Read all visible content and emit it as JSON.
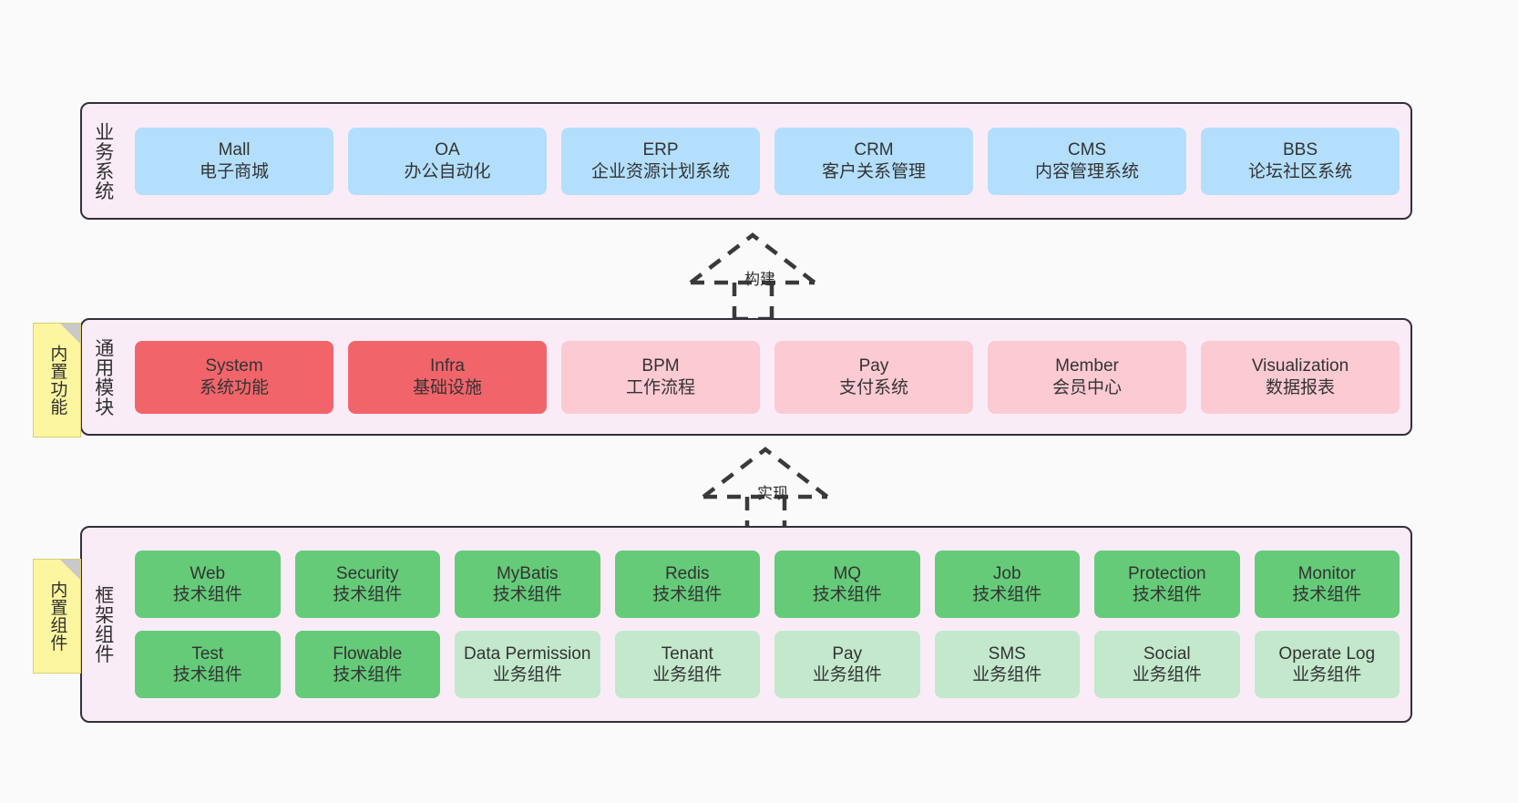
{
  "colors": {
    "canvas": "#fafafa",
    "layer_bg": "#faecf7",
    "layer_border": "#33303a",
    "business_card": "#b3dffc",
    "core_module": "#f1656a",
    "optional_module": "#fbcad3",
    "tech_component": "#65cb79",
    "biz_component": "#c3e8cc",
    "note": "#fdf6a0"
  },
  "layers": {
    "business": {
      "title": "业务系统",
      "cards": [
        {
          "name": "Mall",
          "desc": "电子商城"
        },
        {
          "name": "OA",
          "desc": "办公自动化"
        },
        {
          "name": "ERP",
          "desc": "企业资源计划系统"
        },
        {
          "name": "CRM",
          "desc": "客户关系管理"
        },
        {
          "name": "CMS",
          "desc": "内容管理系统"
        },
        {
          "name": "BBS",
          "desc": "论坛社区系统"
        }
      ]
    },
    "common": {
      "title": "通用模块",
      "cards": [
        {
          "name": "System",
          "desc": "系统功能"
        },
        {
          "name": "Infra",
          "desc": "基础设施"
        },
        {
          "name": "BPM",
          "desc": "工作流程"
        },
        {
          "name": "Pay",
          "desc": "支付系统"
        },
        {
          "name": "Member",
          "desc": "会员中心"
        },
        {
          "name": "Visualization",
          "desc": "数据报表"
        }
      ]
    },
    "framework": {
      "title": "框架组件",
      "row1": [
        {
          "name": "Web",
          "desc": "技术组件"
        },
        {
          "name": "Security",
          "desc": "技术组件"
        },
        {
          "name": "MyBatis",
          "desc": "技术组件"
        },
        {
          "name": "Redis",
          "desc": "技术组件"
        },
        {
          "name": "MQ",
          "desc": "技术组件"
        },
        {
          "name": "Job",
          "desc": "技术组件"
        },
        {
          "name": "Protection",
          "desc": "技术组件"
        },
        {
          "name": "Monitor",
          "desc": "技术组件"
        }
      ],
      "row2": [
        {
          "name": "Test",
          "desc": "技术组件"
        },
        {
          "name": "Flowable",
          "desc": "技术组件"
        },
        {
          "name": "Data Permission",
          "desc": "业务组件"
        },
        {
          "name": "Tenant",
          "desc": "业务组件"
        },
        {
          "name": "Pay",
          "desc": "业务组件"
        },
        {
          "name": "SMS",
          "desc": "业务组件"
        },
        {
          "name": "Social",
          "desc": "业务组件"
        },
        {
          "name": "Operate Log",
          "desc": "业务组件"
        }
      ]
    }
  },
  "notes": [
    {
      "id": "builtin-function",
      "label": "内置功能"
    },
    {
      "id": "builtin-component",
      "label": "内置组件"
    }
  ],
  "arrows": [
    {
      "id": "build",
      "label": "构建"
    },
    {
      "id": "realize",
      "label": "实现"
    }
  ]
}
